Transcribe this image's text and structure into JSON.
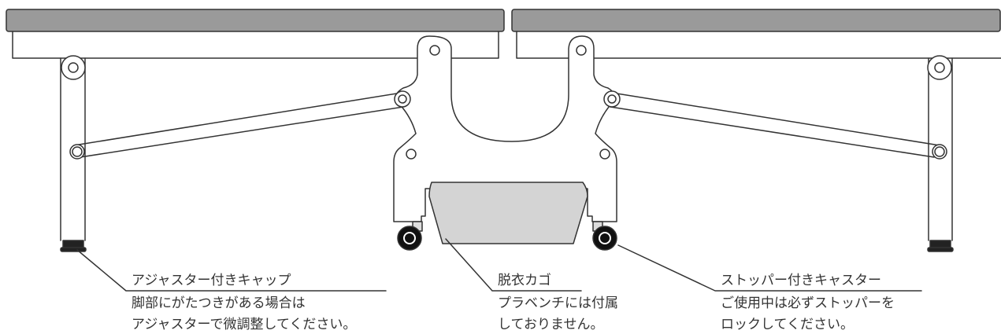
{
  "labels": {
    "adjuster": {
      "title": "アジャスター付きキャップ",
      "line1": "脚部にがたつきがある場合は",
      "line2": "アジャスターで微調整してください。"
    },
    "basket": {
      "title": "脱衣カゴ",
      "line1": "プラベンチには付属",
      "line2": "しておりません。"
    },
    "caster": {
      "title": "ストッパー付きキャスター",
      "line1": "ご使用中は必ずストッパーを",
      "line2": "ロックしてください。"
    }
  },
  "colors": {
    "line": "#333333",
    "bench_top": "#9a9a9a",
    "basket": "#d4d4d4",
    "adjuster_cap": "#222222",
    "wheel": "#111111"
  }
}
